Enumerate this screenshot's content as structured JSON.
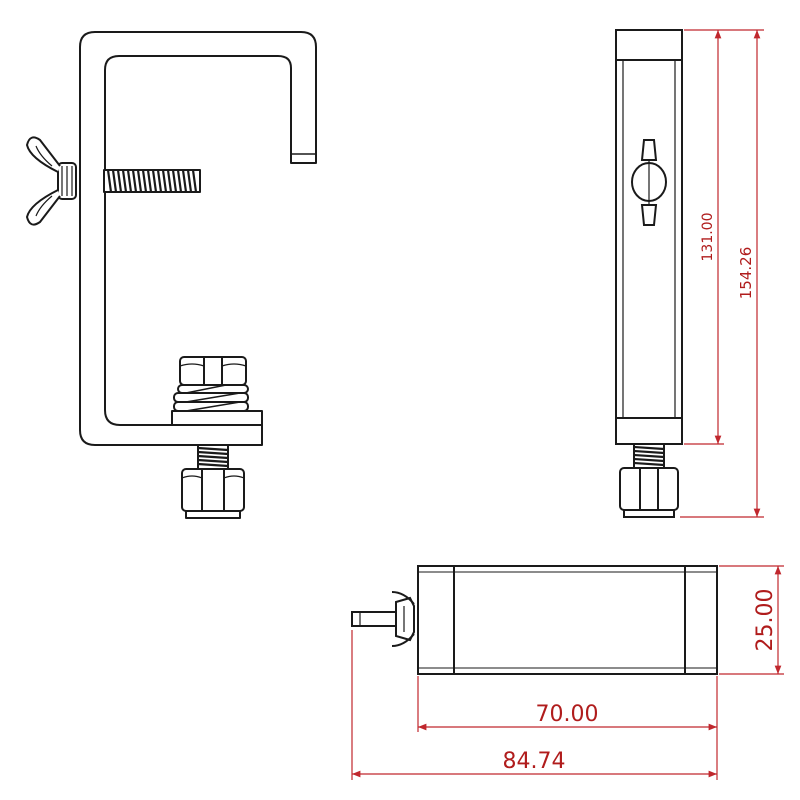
{
  "colors": {
    "line": "#1a1a1a",
    "dimension": "#c0272d",
    "background": "#ffffff"
  },
  "dimensions": {
    "inner_height": "131.00",
    "overall_height": "154.26",
    "width": "25.00",
    "body_length": "70.00",
    "overall_length": "84.74"
  }
}
